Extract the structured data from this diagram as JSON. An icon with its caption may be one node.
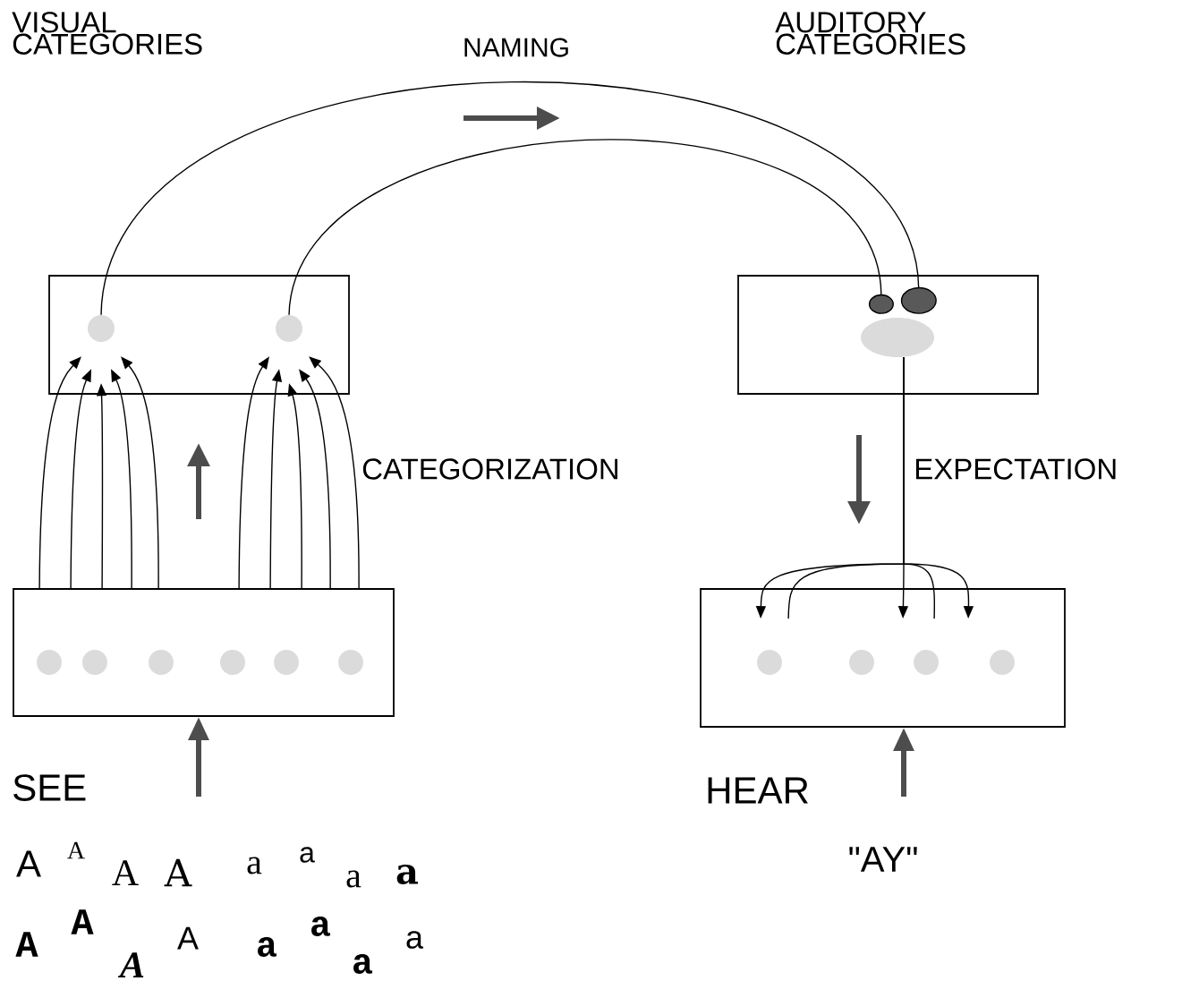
{
  "diagram": {
    "nodes": [
      {
        "text": [],
        "shape": "box"
      },
      {
        "text": [],
        "shape": "circle",
        "in": 0
      },
      {
        "text": [],
        "shape": "circle",
        "in": 0
      },
      {
        "text": [],
        "shape": "box"
      },
      {
        "text": [],
        "shape": "circle",
        "in": 3
      },
      {
        "text": [],
        "shape": "box"
      },
      {
        "text": [],
        "shape": "circle",
        "in": 5
      },
      {
        "text": [],
        "shape": "circle",
        "in": 5
      },
      {
        "text": [],
        "shape": "circle",
        "in": 5
      },
      {
        "text": [],
        "shape": "circle",
        "in": 5
      },
      {
        "text": [],
        "shape": "circle",
        "in": 5
      },
      {
        "text": [],
        "shape": "circle",
        "in": 5
      },
      {
        "text": [],
        "shape": "box"
      },
      {
        "text": [],
        "shape": "circle",
        "in": 12
      },
      {
        "text": [],
        "shape": "circle",
        "in": 12
      },
      {
        "text": [],
        "shape": "circle",
        "in": 12
      },
      {
        "text": [],
        "shape": "circle",
        "in": 12
      }
    ],
    "edges": [
      {
        "from": 5,
        "to": 1,
        "arrow": "to"
      },
      {
        "from": 5,
        "to": 1,
        "arrow": "to"
      },
      {
        "from": 5,
        "to": 1,
        "arrow": "to"
      },
      {
        "from": 5,
        "to": 1,
        "arrow": "to"
      },
      {
        "from": 5,
        "to": 1,
        "arrow": "to"
      },
      {
        "from": 5,
        "to": 2,
        "arrow": "to"
      },
      {
        "from": 5,
        "to": 2,
        "arrow": "to"
      },
      {
        "from": 5,
        "to": 2,
        "arrow": "to"
      },
      {
        "from": 5,
        "to": 2,
        "arrow": "to"
      },
      {
        "from": 5,
        "to": 2,
        "arrow": "to"
      },
      {
        "from": 1,
        "to": 4,
        "arrow": "other"
      },
      {
        "from": 2,
        "to": 4,
        "arrow": "other"
      },
      {
        "from": 4,
        "to": 12,
        "arrow": "to"
      },
      {
        "from": 4,
        "to": 12,
        "arrow": "none"
      },
      {
        "from": 4,
        "to": 12,
        "arrow": "to"
      },
      {
        "from": 4,
        "to": 12,
        "arrow": "none"
      },
      {
        "from": 4,
        "to": 12,
        "arrow": "to"
      },
      {
        "from": null,
        "to": 5,
        "arrow": "to",
        "style": "thick",
        "color": "#4d4d4d"
      },
      {
        "from": null,
        "to": 12,
        "arrow": "to",
        "style": "thick",
        "color": "#4d4d4d"
      }
    ],
    "labels": [
      "VISUAL CATEGORIES",
      "NAMING",
      "AUDITORY CATEGORIES",
      "CATEGORIZATION",
      "EXPECTATION",
      "SEE",
      "HEAR",
      "A",
      "A",
      "A",
      "A",
      "a",
      "a",
      "a",
      "a",
      "\"AY\"",
      "A",
      "A",
      "A",
      "A",
      "a",
      "a",
      "a",
      "a"
    ]
  }
}
